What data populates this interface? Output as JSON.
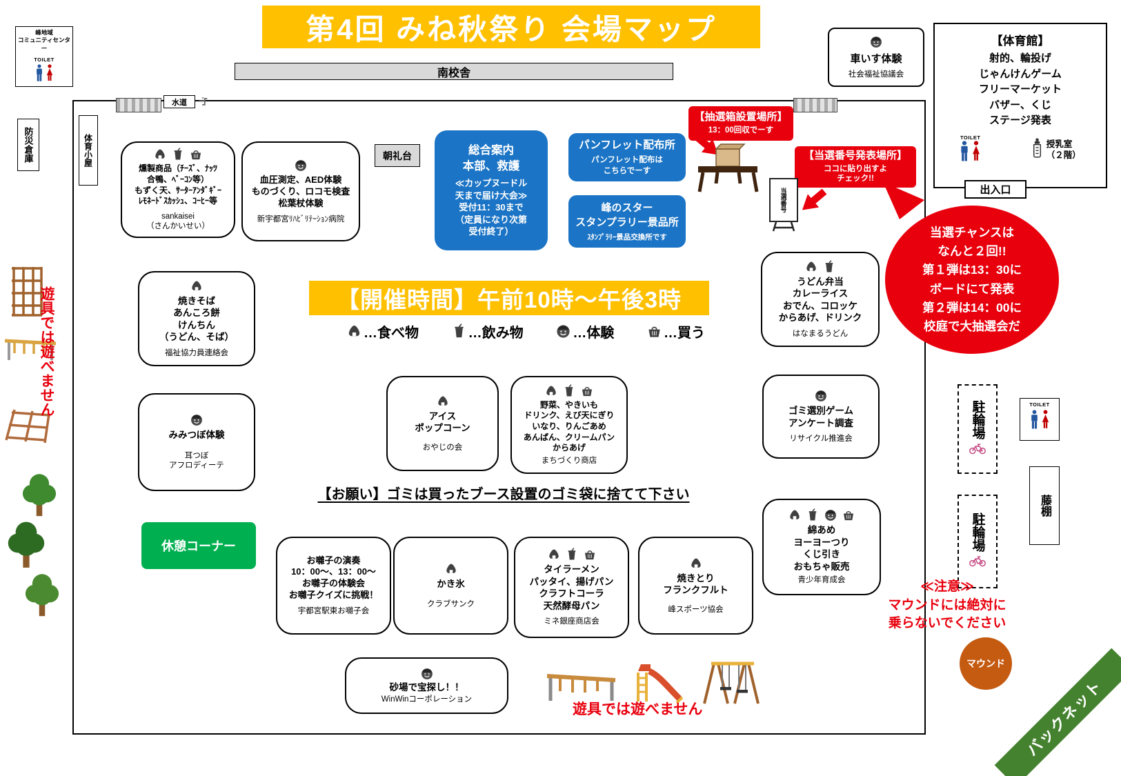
{
  "title": "第4回 みね秋祭り 会場マップ",
  "hours_banner": "【開催時間】午前10時～午後3時",
  "colors": {
    "accent_yellow": "#FFC000",
    "info_blue": "#1B74C5",
    "alert_red": "#E8000D",
    "rest_green": "#00B050",
    "mound_brown": "#C55A11",
    "backnet_green": "#44822F"
  },
  "legend": {
    "items": [
      {
        "icon": "food",
        "label": "…食べ物"
      },
      {
        "icon": "drink",
        "label": "…飲み物"
      },
      {
        "icon": "experience",
        "label": "…体験"
      },
      {
        "icon": "buy",
        "label": "…買う"
      }
    ]
  },
  "labels": {
    "community_center_lines": [
      "峰地域",
      "コミュニティセンター"
    ],
    "toilet": "TOILET",
    "disaster_warehouse": "防災倉庫",
    "south_building": "南校舎",
    "water": "水道",
    "gym_hut": "体育小屋",
    "morning_platform": "朝礼台",
    "nursing_room_lines": [
      "授乳室",
      "（２階）"
    ],
    "entrance": "出入口",
    "bicycle_parking": "駐輪場",
    "wisteria_trellis": "藤棚",
    "mound": "マウンド",
    "backnet": "バックネット",
    "winning_board": "当選番号",
    "rest_corner": "休憩コーナー"
  },
  "notices": {
    "trash_request": "【お願い】ゴミは買ったブース設置のゴミ袋に捨てて下さい",
    "playground_left": "遊具では遊べません",
    "playground_bottom": "遊具では遊べません",
    "mound_warning_lines": [
      "≪注意≫",
      "マウンドには絶対に",
      "乗らないでください"
    ]
  },
  "blue_boxes": {
    "general_info": {
      "head_lines": [
        "総合案内",
        "本部、救護"
      ],
      "sub_lines": [
        "≪カップヌードル",
        "天まで届け大会≫",
        "受付11：30まで",
        "（定員になり次第",
        "受付終了）"
      ]
    },
    "pamphlet": {
      "head": "パンフレット配布所",
      "sub_lines": [
        "パンフレット配布は",
        "こちらでーす"
      ]
    },
    "stamp_rally": {
      "head_lines": [
        "峰のスター",
        "スタンプラリー景品所"
      ],
      "sub_lines": [
        "ｽﾀﾝﾌﾟﾗﾘｰ景品交換所です"
      ]
    }
  },
  "red_boxes": {
    "lottery_box": {
      "head": "【抽選箱設置場所】",
      "sub": "13：00回収でーす"
    },
    "winning_number": {
      "head": "【当選番号発表場所】",
      "sub_lines": [
        "ココに貼り出すよ",
        "チェック!!"
      ]
    }
  },
  "bubble_lines": [
    "当選チャンスは",
    "なんと２回!!",
    "第１弾は13：30に",
    "ボードにて発表",
    "第２弾は14：00に",
    "校庭で大抽選会だ"
  ],
  "gym": {
    "title": "【体育館】",
    "activity_lines": [
      "射的、輪投げ",
      "じゃんけんゲーム",
      "フリーマーケット",
      "バザー、くじ",
      "ステージ発表"
    ]
  },
  "wheelchair": {
    "icon": "experience",
    "name": "車いす体験",
    "org": "社会福祉協議会"
  },
  "booths": {
    "smoked": {
      "icons": "food,drink,buy",
      "lines": [
        "燻製商品（ﾁｰｽﾞ、ﾅｯﾂ",
        "合鴨、ﾍﾞｰｺﾝ等）",
        "もずく天、ｻｰﾀｰｱﾝﾀﾞｷﾞｰ",
        "ﾚﾓﾈｰﾄﾞｽｶｯｼｭ、ｺｰﾋｰ等"
      ],
      "org_lines": [
        "sankaisei",
        "（さんかいせい）"
      ]
    },
    "health": {
      "icons": "experience",
      "lines": [
        "血圧測定、AED体験",
        "ものづくり、ロコモ検査",
        "松葉杖体験"
      ],
      "org_lines": [
        "新宇都宮ﾘﾊﾋﾞﾘﾃｰｼｮﾝ病院"
      ]
    },
    "yakisoba": {
      "icons": "food",
      "lines": [
        "焼きそば",
        "あんころ餅",
        "けんちん",
        "（うどん、そば）"
      ],
      "org_lines": [
        "福祉協力員連絡会"
      ]
    },
    "udon_bento": {
      "icons": "food,drink",
      "lines": [
        "うどん弁当",
        "カレーライス",
        "おでん、コロッケ",
        "からあげ、ドリンク"
      ],
      "org_lines": [
        "はなまるうどん"
      ]
    },
    "ear_acupressure": {
      "icons": "experience",
      "lines": [
        "みみつぼ体験"
      ],
      "org_lines": [
        "耳つぼ",
        "アフロディーテ"
      ]
    },
    "ice_popcorn": {
      "icons": "food",
      "lines": [
        "アイス",
        "ポップコーン"
      ],
      "org_lines": [
        "おやじの会"
      ]
    },
    "vegetables": {
      "icons": "food,drink,buy",
      "lines": [
        "野菜、やきいも",
        "ドリンク、えび天にぎり",
        "いなり、りんごあめ",
        "あんぱん、クリームパン",
        "からあげ"
      ],
      "org_lines": [
        "まちづくり商店"
      ]
    },
    "trash_game": {
      "icons": "experience",
      "lines": [
        "ゴミ選別ゲーム",
        "アンケート調査"
      ],
      "org_lines": [
        "リサイクル推進会"
      ]
    },
    "ohayashi": {
      "icons": "",
      "lines": [
        "お囃子の演奏",
        "10：00～、13：00～",
        "お囃子の体験会",
        "お囃子クイズに挑戦！"
      ],
      "org_lines": [
        "宇都宮駅東お囃子会"
      ]
    },
    "shaved_ice": {
      "icons": "food",
      "lines": [
        "かき氷"
      ],
      "org_lines": [
        "クラブサンク"
      ]
    },
    "thai": {
      "icons": "food,drink,buy",
      "lines": [
        "タイラーメン",
        "パッタイ、揚げパン",
        "クラフトコーラ",
        "天然酵母パン"
      ],
      "org_lines": [
        "ミネ銀座商店会"
      ]
    },
    "yakitori": {
      "icons": "food",
      "lines": [
        "焼きとり",
        "フランクフルト"
      ],
      "org_lines": [
        "峰スポーツ協会"
      ]
    },
    "cotton_candy": {
      "icons": "food,drink,experience,buy",
      "lines": [
        "綿あめ",
        "ヨーヨーつり",
        "くじ引き",
        "おもちゃ販売"
      ],
      "org_lines": [
        "青少年育成会"
      ]
    },
    "sandbox": {
      "icons": "experience",
      "lines": [
        "砂場で宝探し！！"
      ],
      "org_lines": [
        "WinWinコーポレーション"
      ]
    }
  }
}
